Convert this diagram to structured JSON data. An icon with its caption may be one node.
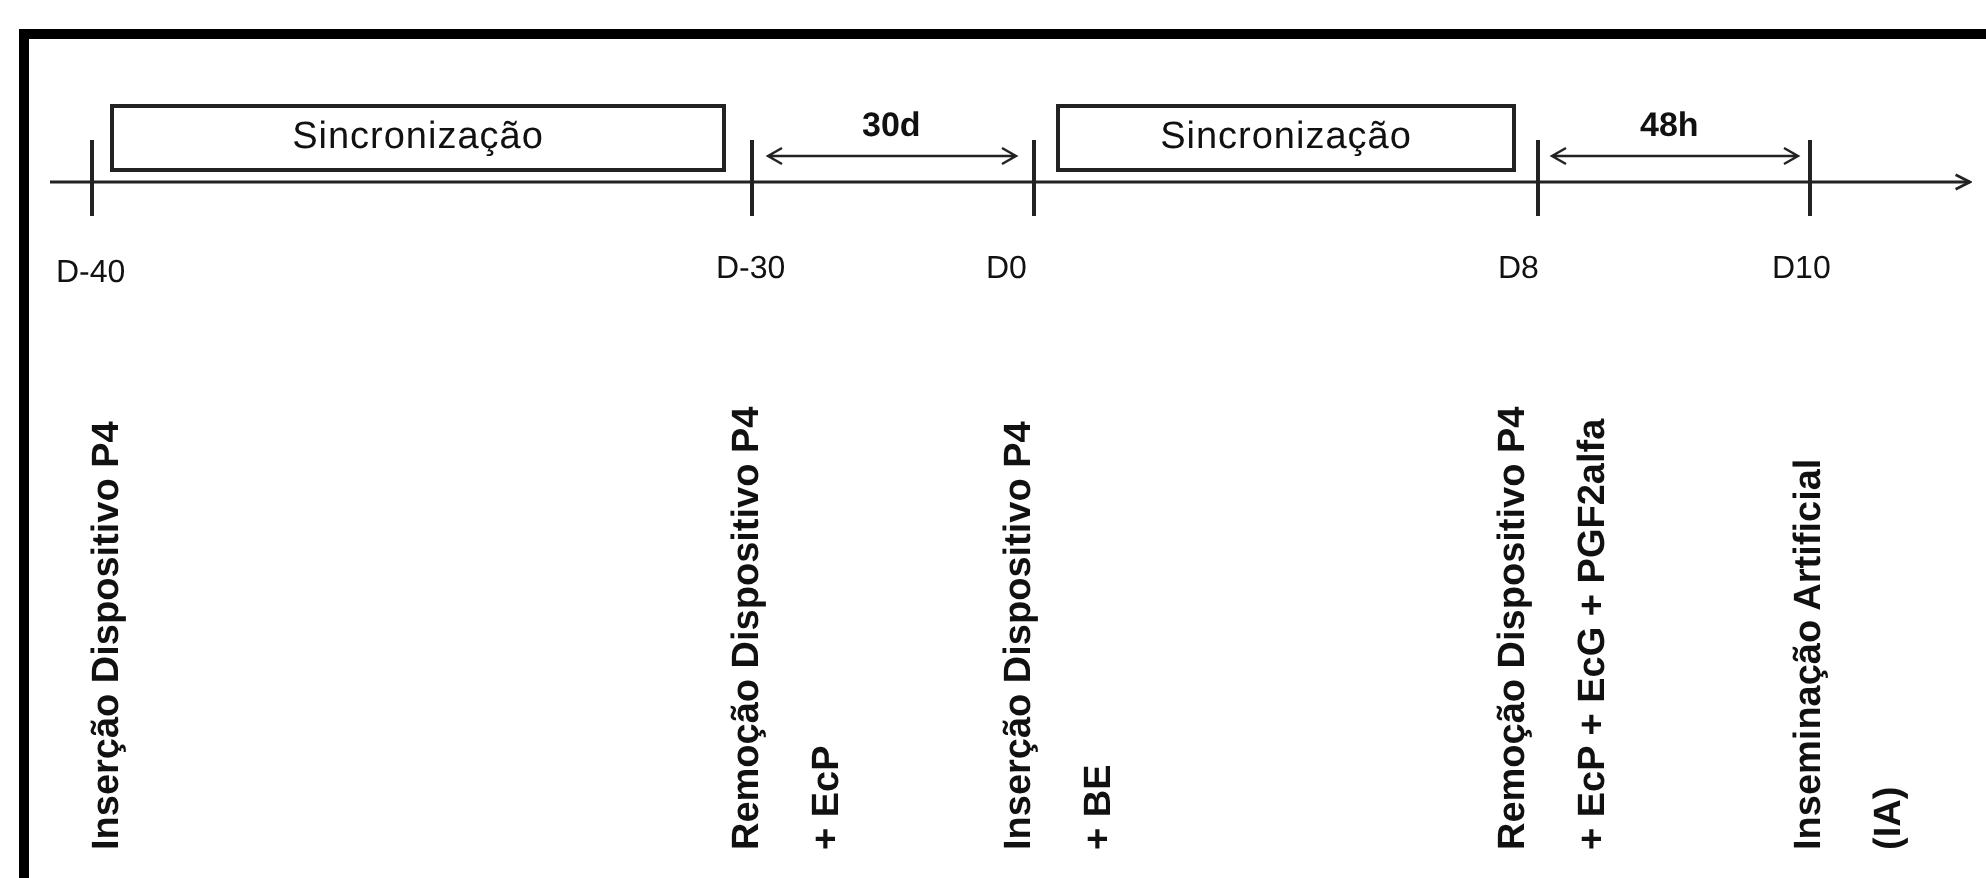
{
  "diagram": {
    "nodes": [
      {
        "text": [
          "Sincronização"
        ]
      },
      {
        "text": [
          "Sincronização"
        ]
      }
    ],
    "labels": [
      "30d",
      "48h",
      "D-40",
      "D-30",
      "D0",
      "D8",
      "D10",
      "Inserção Dispositivo P4",
      "Remoção Dispositivo P4 + EcP",
      "Inserção Dispositivo P4 + BE",
      "Remoção Dispositivo P4 + EcP + EcG + PGF2alfa",
      "Inseminação Artificial (IA)"
    ]
  }
}
